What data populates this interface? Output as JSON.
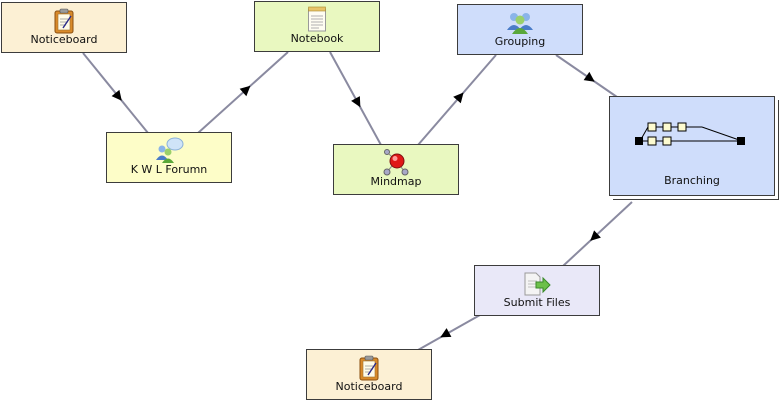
{
  "nodes": {
    "noticeboard1": {
      "label": "Noticeboard",
      "icon": "noticeboard-clipboard-icon"
    },
    "notebook": {
      "label": "Notebook",
      "icon": "notepad-icon"
    },
    "grouping": {
      "label": "Grouping",
      "icon": "user-group-icon"
    },
    "kwl_forum": {
      "label": "K W L Forumn",
      "icon": "forum-speech-bubble-icon"
    },
    "mindmap": {
      "label": "Mindmap",
      "icon": "mindmap-nodes-icon"
    },
    "branching": {
      "label": "Branching",
      "icon": "branching-flow-icon"
    },
    "submit_files": {
      "label": "Submit Files",
      "icon": "file-submit-arrow-icon"
    },
    "noticeboard2": {
      "label": "Noticeboard",
      "icon": "noticeboard-clipboard-icon"
    }
  },
  "edges": [
    [
      "noticeboard1",
      "kwl_forum"
    ],
    [
      "kwl_forum",
      "notebook"
    ],
    [
      "notebook",
      "mindmap"
    ],
    [
      "mindmap",
      "grouping"
    ],
    [
      "grouping",
      "branching"
    ],
    [
      "branching",
      "submit_files"
    ],
    [
      "submit_files",
      "noticeboard2"
    ]
  ],
  "colors": {
    "connector": "#8a8aa0",
    "arrow": "#000000",
    "cream": "#fcf0d4",
    "yellow": "#fdfdc8",
    "green": "#e9f8c0",
    "blue": "#cfddfb",
    "lavender": "#e9e8f8"
  }
}
